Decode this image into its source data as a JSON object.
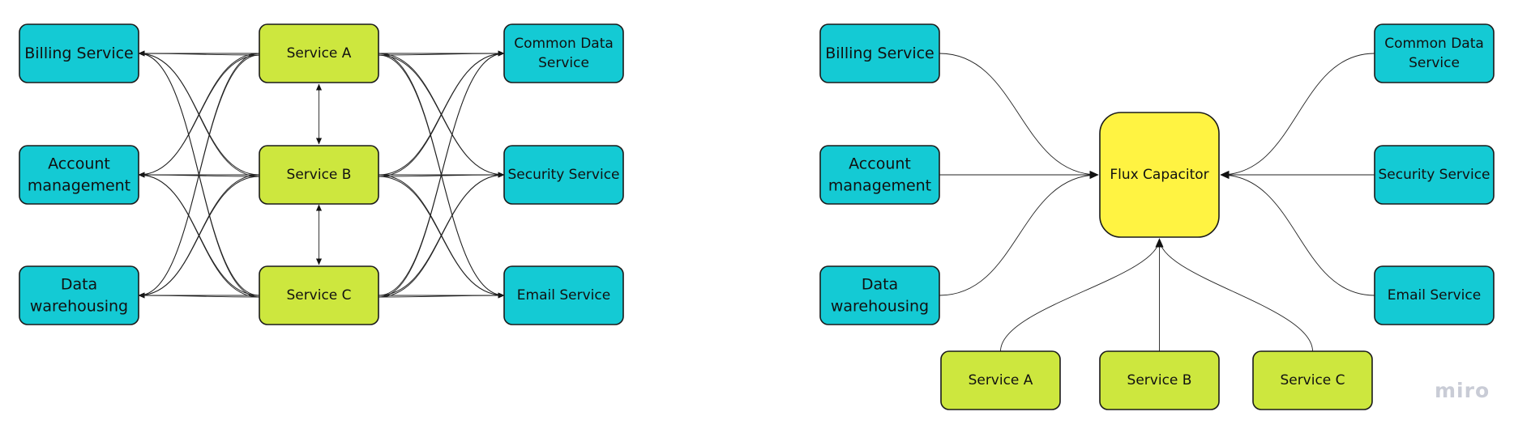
{
  "colors": {
    "service": "#CDE73E",
    "endpoint": "#14CAD4",
    "hub": "#FFF342",
    "watermark": "#C9CCD6"
  },
  "left_panel": {
    "billing": [
      "Billing Service"
    ],
    "account": [
      "Account",
      "management"
    ],
    "data_wh": [
      "Data",
      "warehousing"
    ],
    "service_a": [
      "Service A"
    ],
    "service_b": [
      "Service B"
    ],
    "service_c": [
      "Service C"
    ],
    "common_data": [
      "Common Data",
      "Service"
    ],
    "security": [
      "Security Service"
    ],
    "email": [
      "Email Service"
    ]
  },
  "right_panel": {
    "billing": [
      "Billing Service"
    ],
    "account": [
      "Account",
      "management"
    ],
    "data_wh": [
      "Data",
      "warehousing"
    ],
    "hub": [
      "Flux Capacitor"
    ],
    "common_data": [
      "Common Data",
      "Service"
    ],
    "security": [
      "Security Service"
    ],
    "email": [
      "Email Service"
    ],
    "service_a": [
      "Service A"
    ],
    "service_b": [
      "Service B"
    ],
    "service_c": [
      "Service C"
    ]
  },
  "watermark": "miro"
}
